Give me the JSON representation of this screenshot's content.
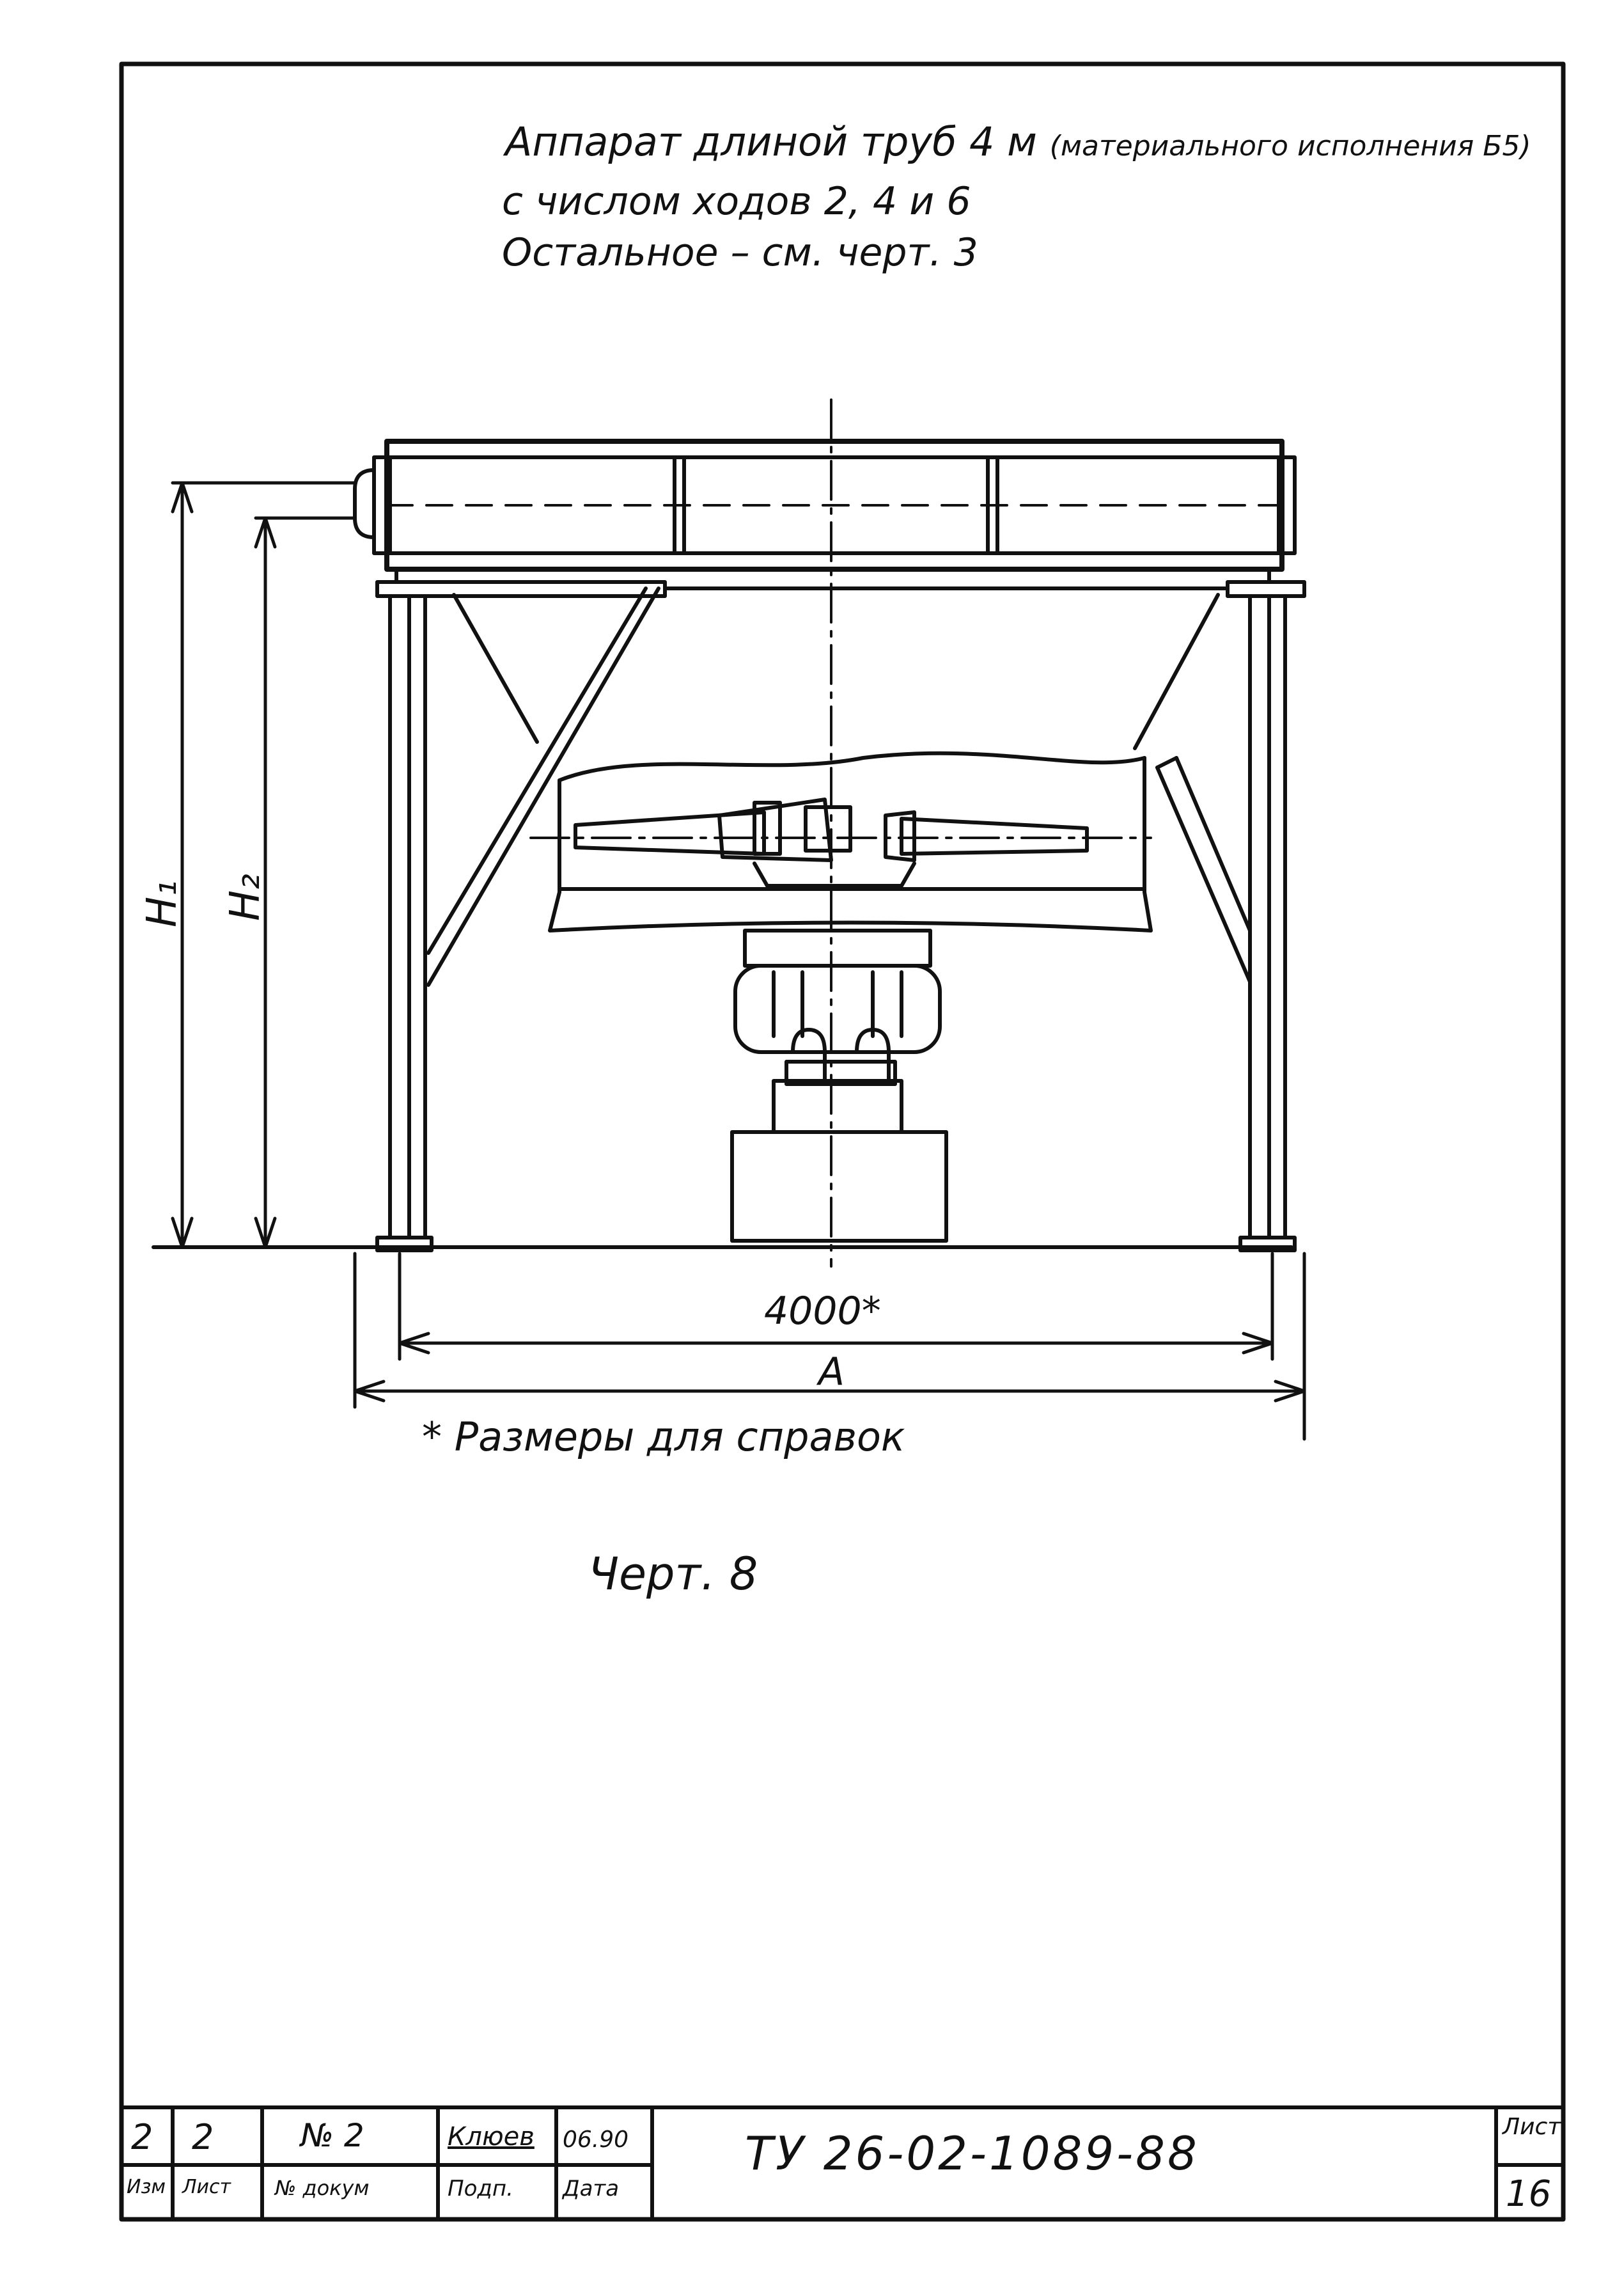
{
  "header_notes": {
    "line1": "Аппарат длиной труб 4 м",
    "line1_suffix": "(материального исполнения Б5)",
    "line2": "с числом ходов 2, 4 и 6",
    "line3": "Остальное – см. черт. 3"
  },
  "drawing": {
    "dim_h1": "H₁",
    "dim_h2": "H₂",
    "dim_4000": "4000*",
    "dim_a": "A",
    "footnote": "* Размеры для справок",
    "caption": "Черт. 8"
  },
  "title_block": {
    "row1": [
      "2",
      "2",
      "№ 2",
      "Клюев",
      "06.90"
    ],
    "row2": [
      "Изм",
      "Лист",
      "№ докум",
      "Подп.",
      "Дата"
    ],
    "doc_number": "ТУ 26-02-1089-88",
    "sheet_label": "Лист",
    "sheet_number": "16"
  }
}
